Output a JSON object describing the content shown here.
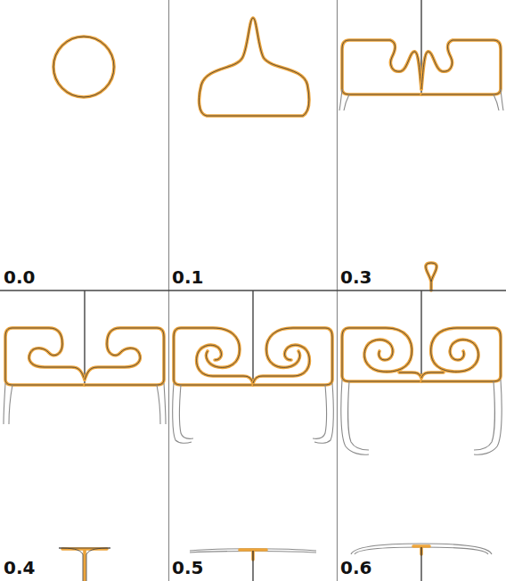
{
  "diagram": {
    "labels": [
      "0.0",
      "0.1",
      "0.3",
      "0.4",
      "0.5",
      "0.6"
    ]
  }
}
